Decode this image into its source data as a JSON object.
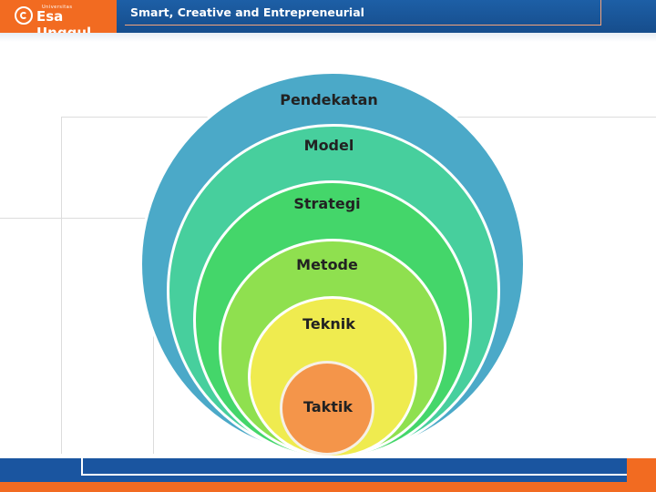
{
  "header": {
    "logo_small": "Universitas",
    "logo_text": "Esa Unggul",
    "tagline": "Smart, Creative and Entrepreneurial"
  },
  "diagram": {
    "levels": [
      {
        "label": "Pendekatan",
        "color": "#4ba9c8"
      },
      {
        "label": "Model",
        "color": "#47cf9d"
      },
      {
        "label": "Strategi",
        "color": "#44d66a"
      },
      {
        "label": "Metode",
        "color": "#8fe04f"
      },
      {
        "label": "Teknik",
        "color": "#efeb4f"
      },
      {
        "label": "Taktik",
        "color": "#f4954a"
      }
    ]
  }
}
